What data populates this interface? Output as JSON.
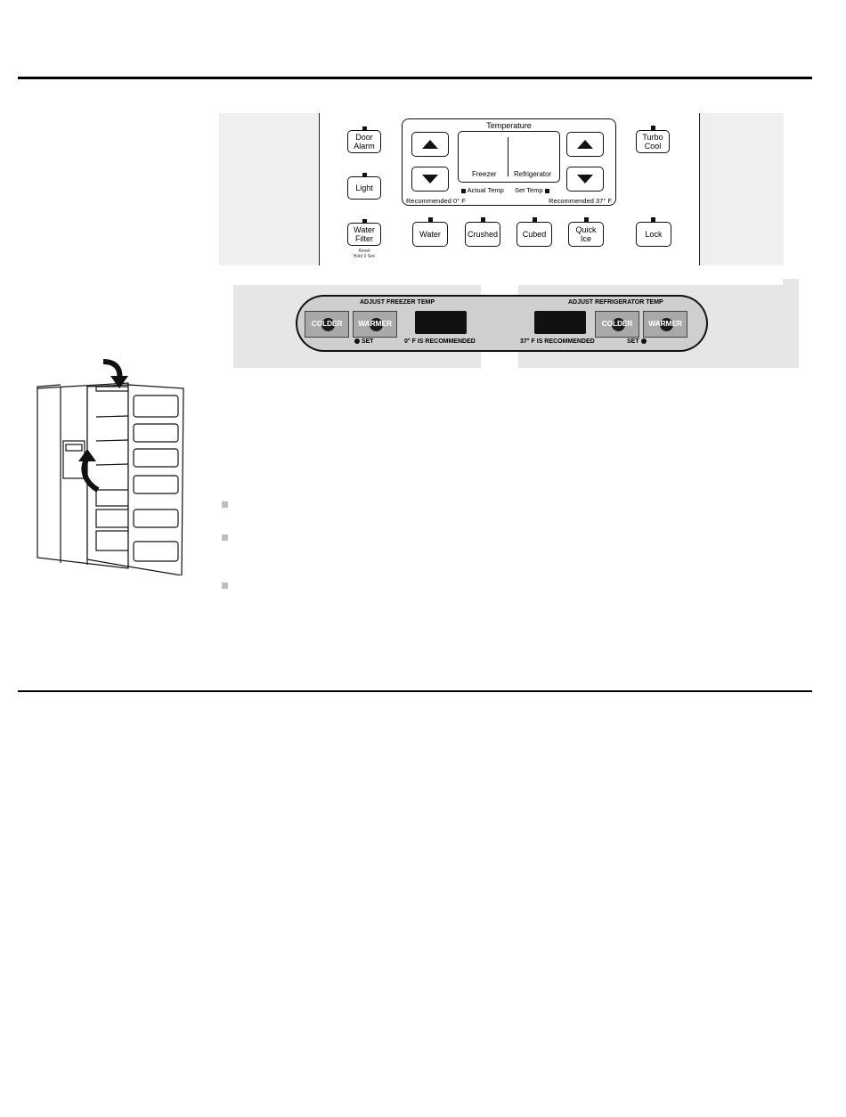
{
  "control_panel": {
    "buttons": {
      "door_alarm": "Door\nAlarm",
      "light": "Light",
      "water_filter": "Water\nFilter",
      "water_filter_note": "Reset\nHold 3 Sec",
      "turbo_cool": "Turbo\nCool",
      "lock": "Lock",
      "water": "Water",
      "crushed": "Crushed",
      "cubed": "Cubed",
      "quick_ice": "Quick\nIce"
    },
    "temperature": {
      "title": "Temperature",
      "freezer_label": "Freezer",
      "refrigerator_label": "Refrigerator",
      "actual_temp": "Actual Temp",
      "set_temp": "Set Temp",
      "recommended_freezer": "Recommended 0° F",
      "recommended_refrigerator": "Recommended 37° F"
    }
  },
  "adjust_panel": {
    "freezer": {
      "title": "ADJUST FREEZER TEMP",
      "colder": "COLDER",
      "warmer": "WARMER",
      "set": "SET",
      "recommended": "0° F IS RECOMMENDED"
    },
    "refrigerator": {
      "title": "ADJUST REFRIGERATOR TEMP",
      "colder": "COLDER",
      "warmer": "WARMER",
      "set": "SET",
      "recommended": "37° F IS RECOMMENDED"
    }
  },
  "colors": {
    "panel_gray": "#efefef",
    "strip_gray": "#e6e6e6",
    "pill_gray": "#cfcfcf",
    "button_gray": "#a9a9a9",
    "bullet_gray": "#bdbdbd"
  }
}
